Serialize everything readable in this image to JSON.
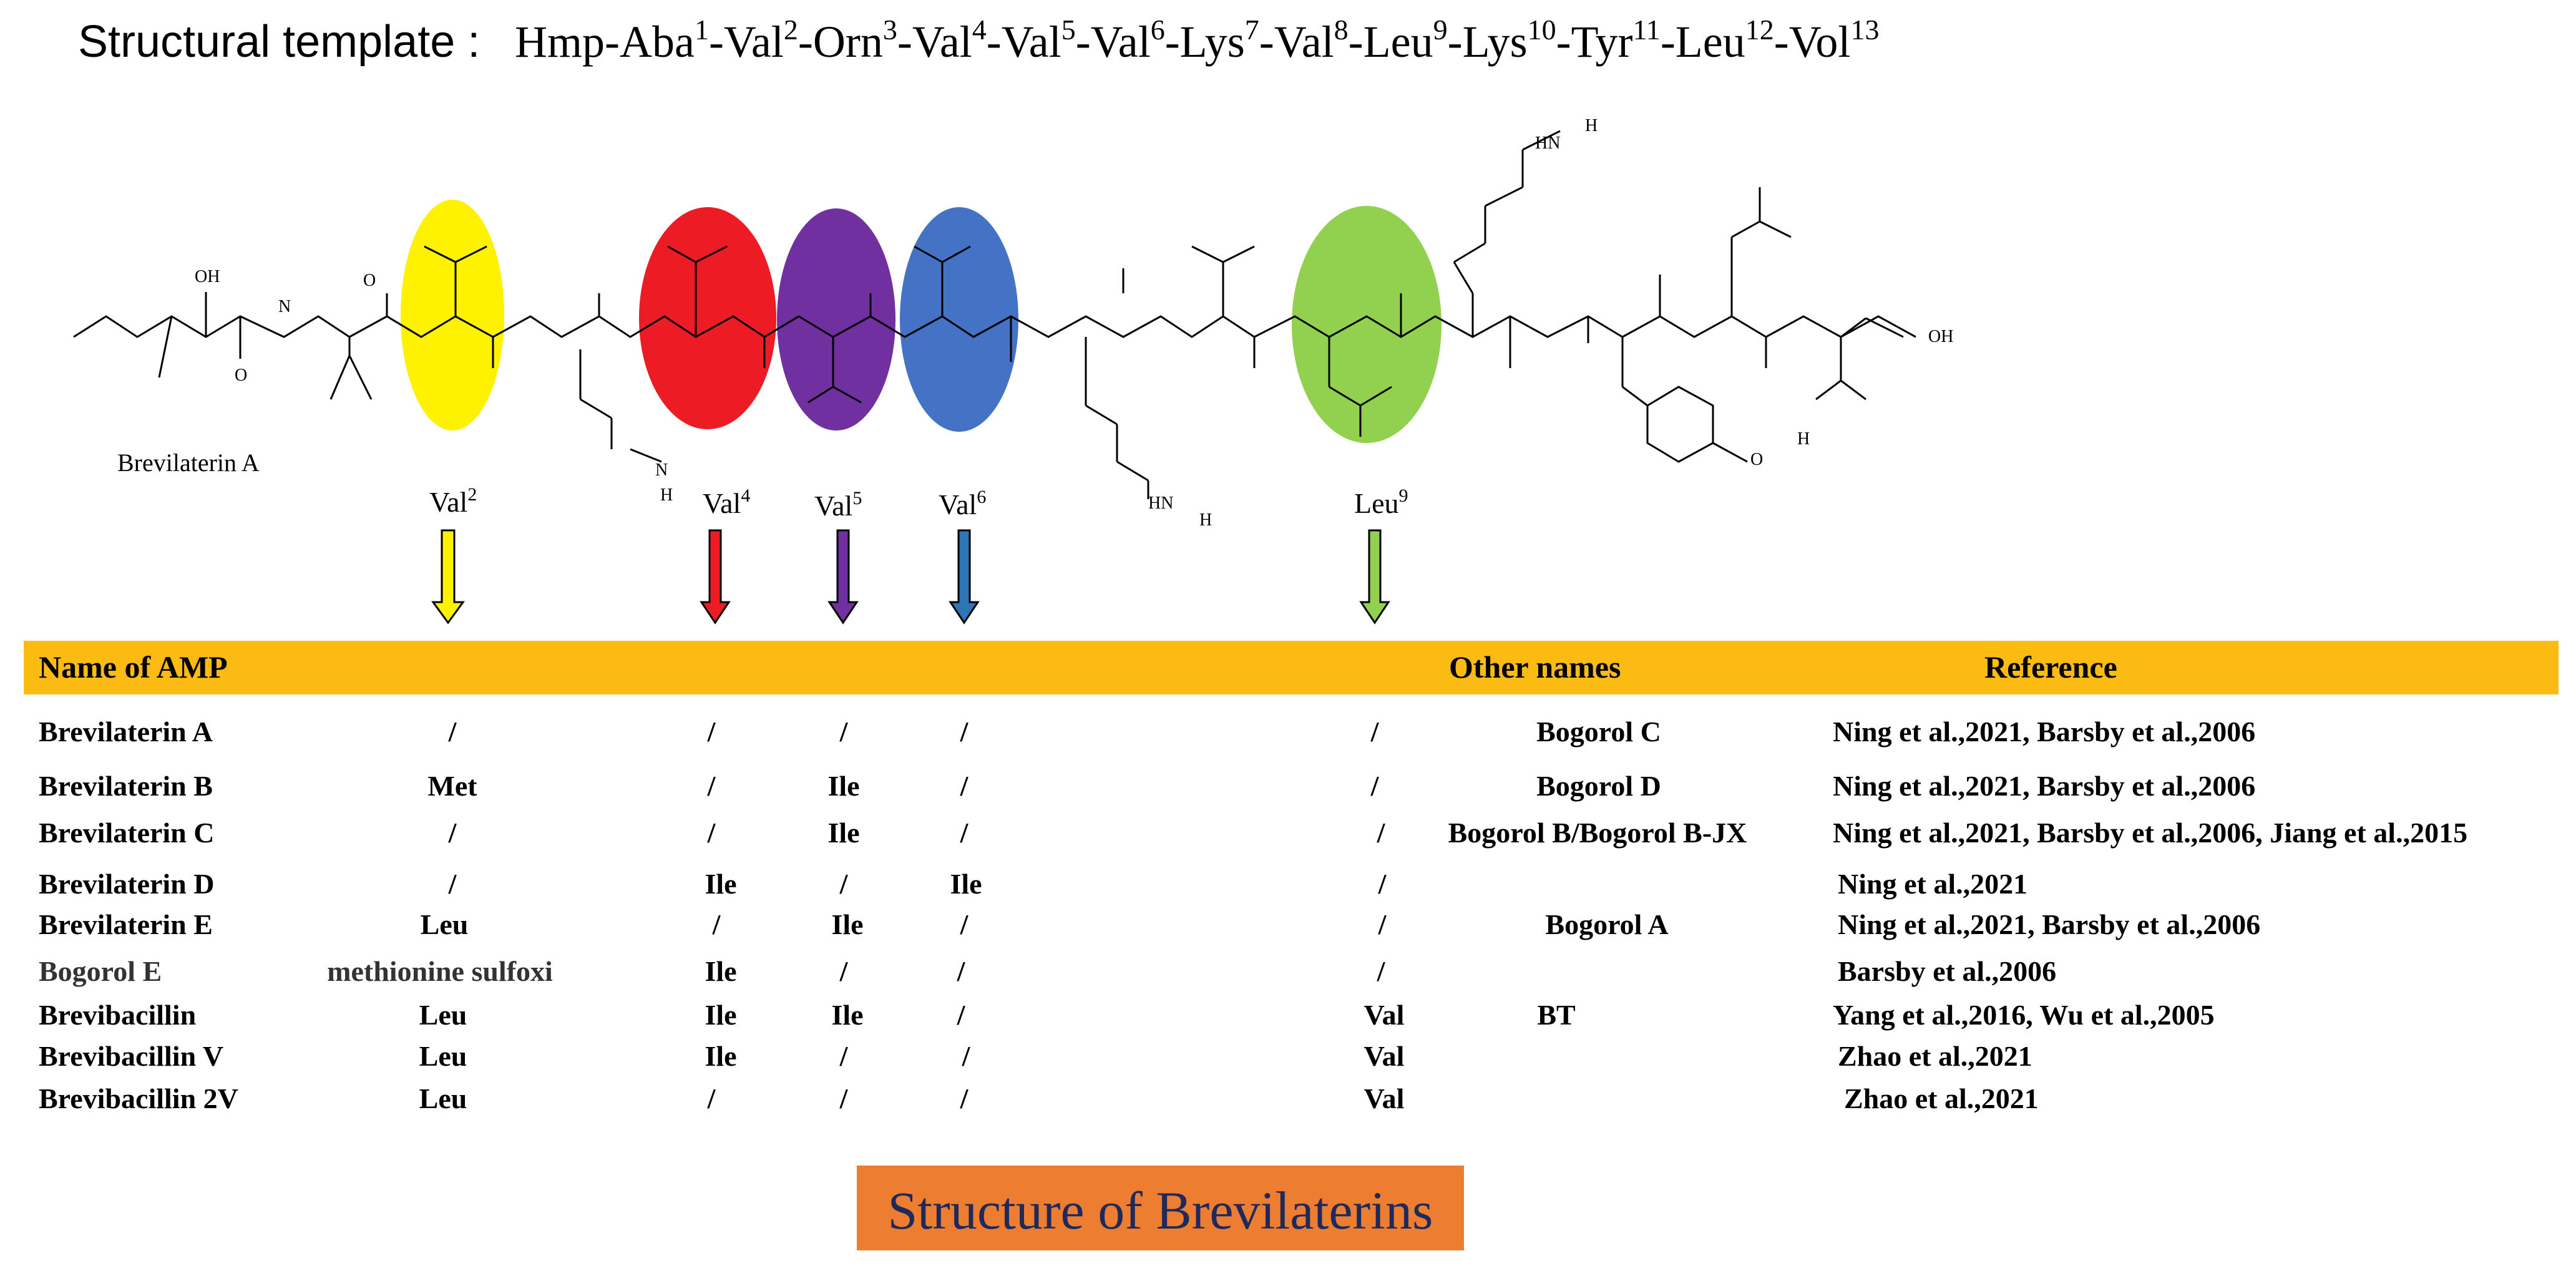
{
  "title": {
    "label": "Structural template :",
    "sequence": [
      {
        "res": "Hmp-Aba",
        "num": "1"
      },
      {
        "res": "-Val",
        "num": "2"
      },
      {
        "res": "-Orn",
        "num": "3"
      },
      {
        "res": "-Val",
        "num": "4"
      },
      {
        "res": "-Val",
        "num": "5"
      },
      {
        "res": "-Val",
        "num": "6"
      },
      {
        "res": "-Lys",
        "num": "7"
      },
      {
        "res": "-Val",
        "num": "8"
      },
      {
        "res": "-Leu",
        "num": "9"
      },
      {
        "res": "-Lys",
        "num": "10"
      },
      {
        "res": "-Tyr",
        "num": "11"
      },
      {
        "res": "-Leu",
        "num": "12"
      },
      {
        "res": "-Vol",
        "num": "13"
      }
    ]
  },
  "molecule": {
    "name": "Brevilaterin A",
    "atoms": {
      "oh": "OH",
      "n": "N",
      "h": "H",
      "o": "O",
      "hn": "HN",
      "oh_end": "OH",
      "o_h": "O"
    },
    "highlights": [
      {
        "name": "val2",
        "color": "#fff200"
      },
      {
        "name": "val4",
        "color": "#ed1c24"
      },
      {
        "name": "val5",
        "color": "#7030a0"
      },
      {
        "name": "val6",
        "color": "#4472c4"
      },
      {
        "name": "leu9",
        "color": "#92d050"
      }
    ]
  },
  "residue_labels": [
    {
      "res": "Val",
      "num": "2"
    },
    {
      "res": "Val",
      "num": "4"
    },
    {
      "res": "Val",
      "num": "5"
    },
    {
      "res": "Val",
      "num": "6"
    },
    {
      "res": "Leu",
      "num": "9"
    }
  ],
  "arrows": [
    {
      "name": "val2",
      "color": "#fff200"
    },
    {
      "name": "val4",
      "color": "#ed1c24"
    },
    {
      "name": "val5",
      "color": "#7030a0"
    },
    {
      "name": "val6",
      "color": "#2e75b6"
    },
    {
      "name": "leu9",
      "color": "#92d050"
    }
  ],
  "table": {
    "header_color": "#fbbb12",
    "headers": {
      "name": "Name of  AMP",
      "other": "Other names",
      "ref": "Reference"
    },
    "rows": [
      {
        "name": "Brevilaterin A",
        "c2": "/",
        "c4": "/",
        "c5": "/",
        "c6": "/",
        "c9": "/",
        "other": "Bogorol C",
        "ref": "Ning et al.,2021, Barsby et al.,2006"
      },
      {
        "name": "Brevilaterin B",
        "c2": "Met",
        "c4": "/",
        "c5": "Ile",
        "c6": "/",
        "c9": "/",
        "other": "Bogorol D",
        "ref": "Ning et al.,2021, Barsby et al.,2006"
      },
      {
        "name": "Brevilaterin C",
        "c2": "/",
        "c4": "/",
        "c5": "Ile",
        "c6": "/",
        "c9": "/",
        "other": "Bogorol B/Bogorol B-JX",
        "ref": "Ning et al.,2021, Barsby et al.,2006, Jiang et al.,2015"
      },
      {
        "name": "Brevilaterin D",
        "c2": "/",
        "c4": "Ile",
        "c5": "/",
        "c6": "Ile",
        "c9": "/",
        "other": "",
        "ref": "Ning et al.,2021"
      },
      {
        "name": "Brevilaterin E",
        "c2": "Leu",
        "c4": "/",
        "c5": "Ile",
        "c6": "/",
        "c9": "/",
        "other": "Bogorol A",
        "ref": "Ning et al.,2021, Barsby et al.,2006"
      },
      {
        "name": "Bogorol  E",
        "c2": "methionine sulfoxi",
        "c4": "Ile",
        "c5": "/",
        "c6": "/",
        "c9": "/",
        "other": "",
        "ref": "Barsby et al.,2006"
      },
      {
        "name": "Brevibacillin",
        "c2": "Leu",
        "c4": "Ile",
        "c5": "Ile",
        "c6": "/",
        "c9": "Val",
        "other": "BT",
        "ref": "Yang et al.,2016, Wu et al.,2005"
      },
      {
        "name": "Brevibacillin V",
        "c2": "Leu",
        "c4": "Ile",
        "c5": "/",
        "c6": "/",
        "c9": "Val",
        "other": "",
        "ref": "Zhao et al.,2021"
      },
      {
        "name": "Brevibacillin 2V",
        "c2": "Leu",
        "c4": "/",
        "c5": "/",
        "c6": "/",
        "c9": "Val",
        "other": "",
        "ref": "Zhao et al.,2021"
      }
    ]
  },
  "footer": {
    "text": "Structure of Brevilaterins",
    "color": "#ed7d31"
  }
}
